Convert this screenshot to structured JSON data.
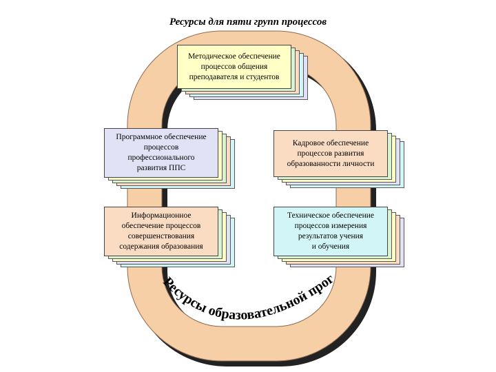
{
  "title": "Ресурсы для пяти групп процессов",
  "ring_label": "Ресурсы образовательной программы",
  "colors": {
    "ring_fill": "#f7cfa7",
    "ring_shadow": "#222222",
    "yellow": "#ffffc6",
    "lavender": "#e2e2f6",
    "cyan": "#d2f6f8",
    "peach": "#f9dcc2",
    "mint": "#d8f2d2"
  },
  "boxes": {
    "methodical": "Методическое обеспечение\nпроцессов общения\nпреподавателя и студентов",
    "software": "Программное обеспечение\nпроцессов\nпрофессионального\nразвития ППС",
    "personnel": "Кадровое обеспечение\nпроцессов развития\nобразованности личности",
    "information": "Информационное\nобеспечение процессов\nсовершенствования\nсодержания образования",
    "technical": "Техническое обеспечение\nпроцессов измерения\nрезультатов учения\nи обучения"
  }
}
